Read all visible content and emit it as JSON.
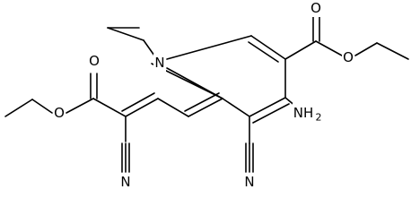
{
  "atoms": {
    "n1": "N",
    "o_ring_ester_carbonyl": "O",
    "o_ring_ester_ether": "O",
    "nh2_main": "NH",
    "nh2_sub": "2",
    "o_left_carbonyl": "O",
    "o_left_ether": "O",
    "n_nitrile_ring": "N",
    "n_nitrile_side": "N"
  }
}
